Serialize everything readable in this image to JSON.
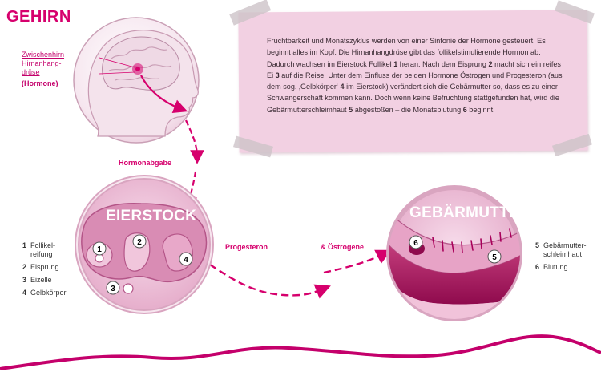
{
  "brain": {
    "title": "GEHIRN",
    "label_line1": "Zwischenhirn",
    "label_line2": "Hirnanhang-",
    "label_line3": "drüse",
    "label_hormone": "(Hormone)"
  },
  "note": {
    "text_html": "Fruchtbarkeit und Monatszyklus werden von einer Sinfonie der Hormone gesteuert. Es beginnt alles im Kopf: Die Hirnanhangdrüse gibt das follikelstimu­lierende Hormon ab. Dadurch wachsen im Eierstock Follikel <b>1</b> heran. Nach dem Eisprung <b>2</b> macht sich ein reifes Ei <b>3</b> auf die Reise. Unter dem Einfluss der beiden Hormone Östrogen und Progesteron (aus dem sog. ‚Gelbkörper‘ <b>4</b> im Eierstock) verändert sich die Gebärmutter so, dass es zu einer Schwangerschaft kommen kann. Doch wenn keine Befruchtung stattgefunden hat, wird die Gebärmutter­schleimhaut <b>5</b> abgestoßen – die Monatsblutung <b>6</b> beginnt."
  },
  "flow": {
    "hormonabgabe": "Hormonabgabe",
    "progesteron": "Progesteron",
    "oestrogene": "& Östrogene"
  },
  "ovary": {
    "title": "EIERSTOCK",
    "markers": [
      "1",
      "2",
      "3",
      "4"
    ],
    "legend": [
      {
        "num": "1",
        "text": "Follikel-\nreifung"
      },
      {
        "num": "2",
        "text": "Eisprung"
      },
      {
        "num": "3",
        "text": "Eizelle"
      },
      {
        "num": "4",
        "text": "Gelbkörper"
      }
    ]
  },
  "uterus": {
    "title": "GEBÄRMUTTER",
    "markers": [
      "5",
      "6"
    ],
    "legend": [
      {
        "num": "5",
        "text": "Gebärmutter-\nschleimhaut"
      },
      {
        "num": "6",
        "text": "Blutung"
      }
    ]
  },
  "colors": {
    "magenta": "#d6006d",
    "pink_light": "#f2d0e2",
    "circle_fill": "#e9b6d0",
    "tissue_dark": "#a8005a"
  }
}
